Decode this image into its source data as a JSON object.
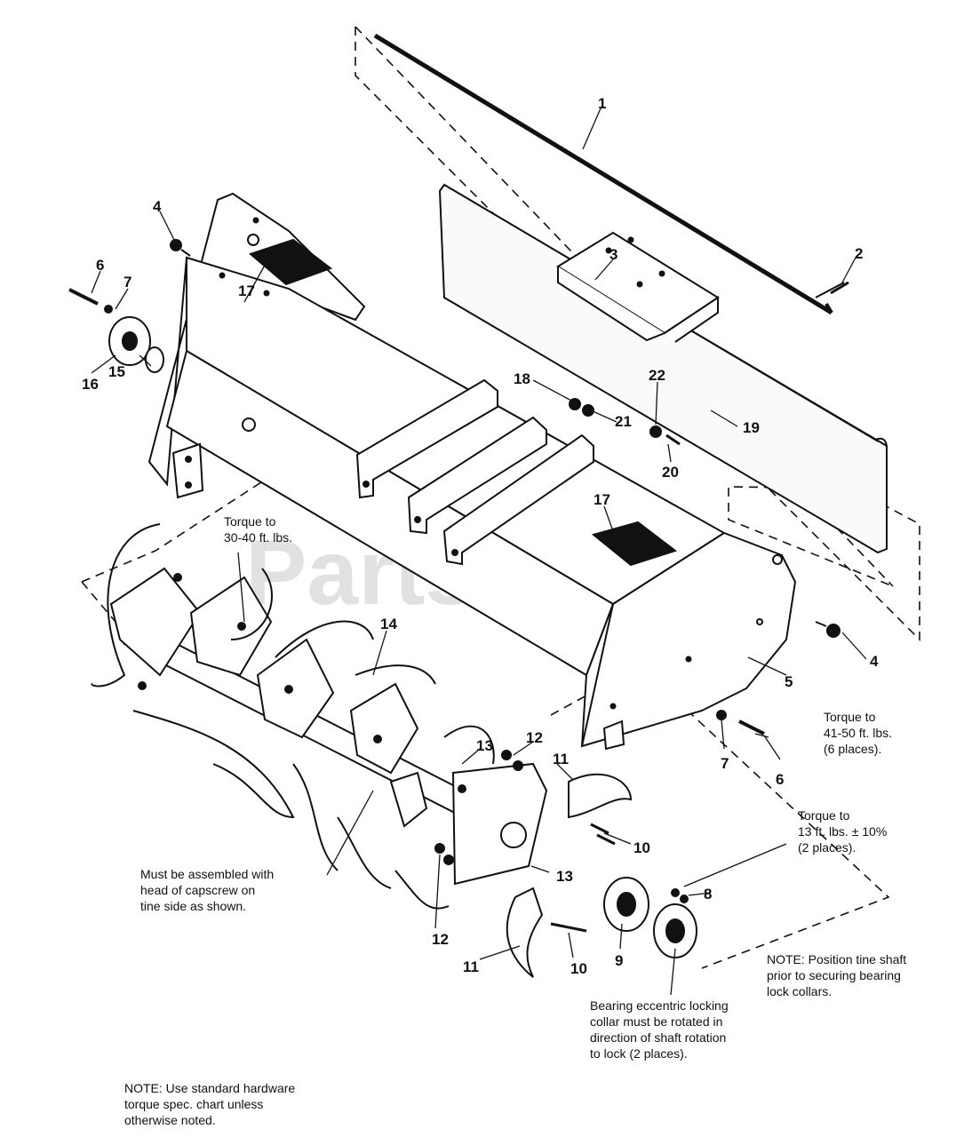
{
  "watermark": "PartsTree",
  "callouts": {
    "c1": "1",
    "c2": "2",
    "c3": "3",
    "c4a": "4",
    "c4b": "4",
    "c5": "5",
    "c6a": "6",
    "c6b": "6",
    "c7a": "7",
    "c7b": "7",
    "c8": "8",
    "c9": "9",
    "c10a": "10",
    "c10b": "10",
    "c11a": "11",
    "c11b": "11",
    "c12a": "12",
    "c12b": "12",
    "c13a": "13",
    "c13b": "13",
    "c14": "14",
    "c15": "15",
    "c16": "16",
    "c17a": "17",
    "c17b": "17",
    "c18": "18",
    "c19": "19",
    "c20": "20",
    "c21": "21",
    "c22": "22"
  },
  "notes": {
    "torque_tines": [
      "Torque to",
      "30-40 ft. lbs."
    ],
    "torque_side": [
      "Torque to",
      "41-50 ft. lbs.",
      "(6 places)."
    ],
    "torque_bearing": [
      "Torque to",
      "13 ft. lbs. ± 10%",
      "(2 places)."
    ],
    "capscrew": [
      "Must be assembled with",
      "head of capscrew on",
      "tine side as shown."
    ],
    "position_shaft": [
      "NOTE: Position tine shaft",
      "prior to securing bearing",
      "lock collars."
    ],
    "bearing_collar": [
      "Bearing eccentric locking",
      "collar must be rotated in",
      "direction of shaft rotation",
      "to lock (2 places)."
    ],
    "hardware": [
      "NOTE: Use standard hardware",
      "torque spec. chart unless",
      "otherwise noted."
    ]
  }
}
